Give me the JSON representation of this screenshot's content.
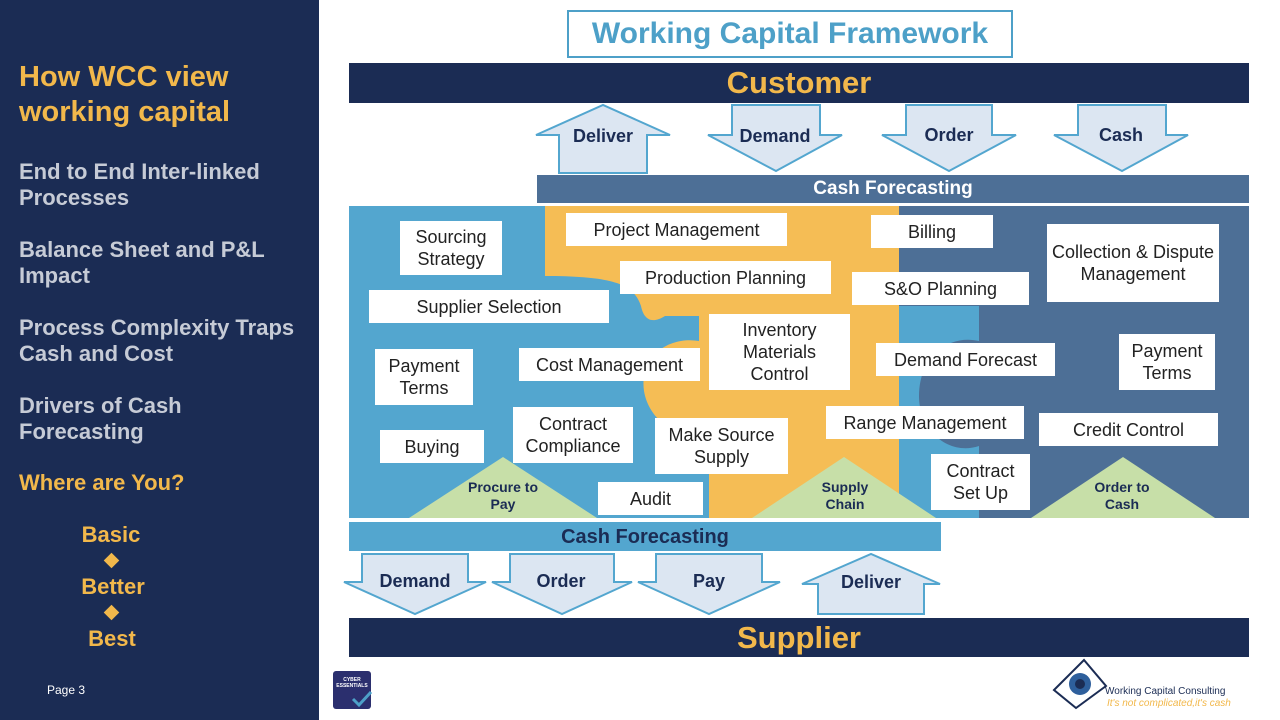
{
  "sidebar": {
    "title": "How WCC view working capital",
    "items": [
      "End to End Inter-linked Processes",
      "Balance Sheet and P&L Impact",
      "Process Complexity Traps Cash and Cost",
      "Drivers of Cash Forecasting"
    ],
    "where": "Where are You?",
    "levels": [
      "Basic",
      "Better",
      "Best"
    ],
    "page": "Page 3"
  },
  "main": {
    "title": "Working Capital Framework",
    "customer": "Customer",
    "supplier": "Supplier",
    "cash_forecasting_top": "Cash Forecasting",
    "cash_forecasting_bottom": "Cash Forecasting",
    "customer_arrows": [
      "Deliver",
      "Demand",
      "Order",
      "Cash"
    ],
    "supplier_arrows": [
      "Demand",
      "Order",
      "Pay",
      "Deliver"
    ],
    "boxes": {
      "sourcing": "Sourcing Strategy",
      "project": "Project Management",
      "billing": "Billing",
      "collection": "Collection & Dispute Management",
      "production": "Production Planning",
      "sop": "S&O Planning",
      "supplier_sel": "Supplier Selection",
      "inventory": "Inventory Materials Control",
      "payment_left": "Payment Terms",
      "cost": "Cost Management",
      "demand_fc": "Demand Forecast",
      "payment_right": "Payment Terms",
      "contract": "Contract Compliance",
      "make": "Make Source Supply",
      "range": "Range Management",
      "credit": "Credit Control",
      "buying": "Buying",
      "audit": "Audit",
      "contract_setup": "Contract Set Up"
    },
    "triangles": [
      "Procure to Pay",
      "Supply Chain",
      "Order to Cash"
    ]
  },
  "badge": "CYBER ESSENTIALS",
  "logo": {
    "name": "Working Capital Consulting",
    "tagline": "It's not complicated,it's cash"
  },
  "colors": {
    "navy": "#1b2c54",
    "gold": "#f2b84b",
    "blue": "#53a6cf",
    "slate": "#4d6f96",
    "yellow": "#f5bd55",
    "green": "#c7dfa8"
  }
}
